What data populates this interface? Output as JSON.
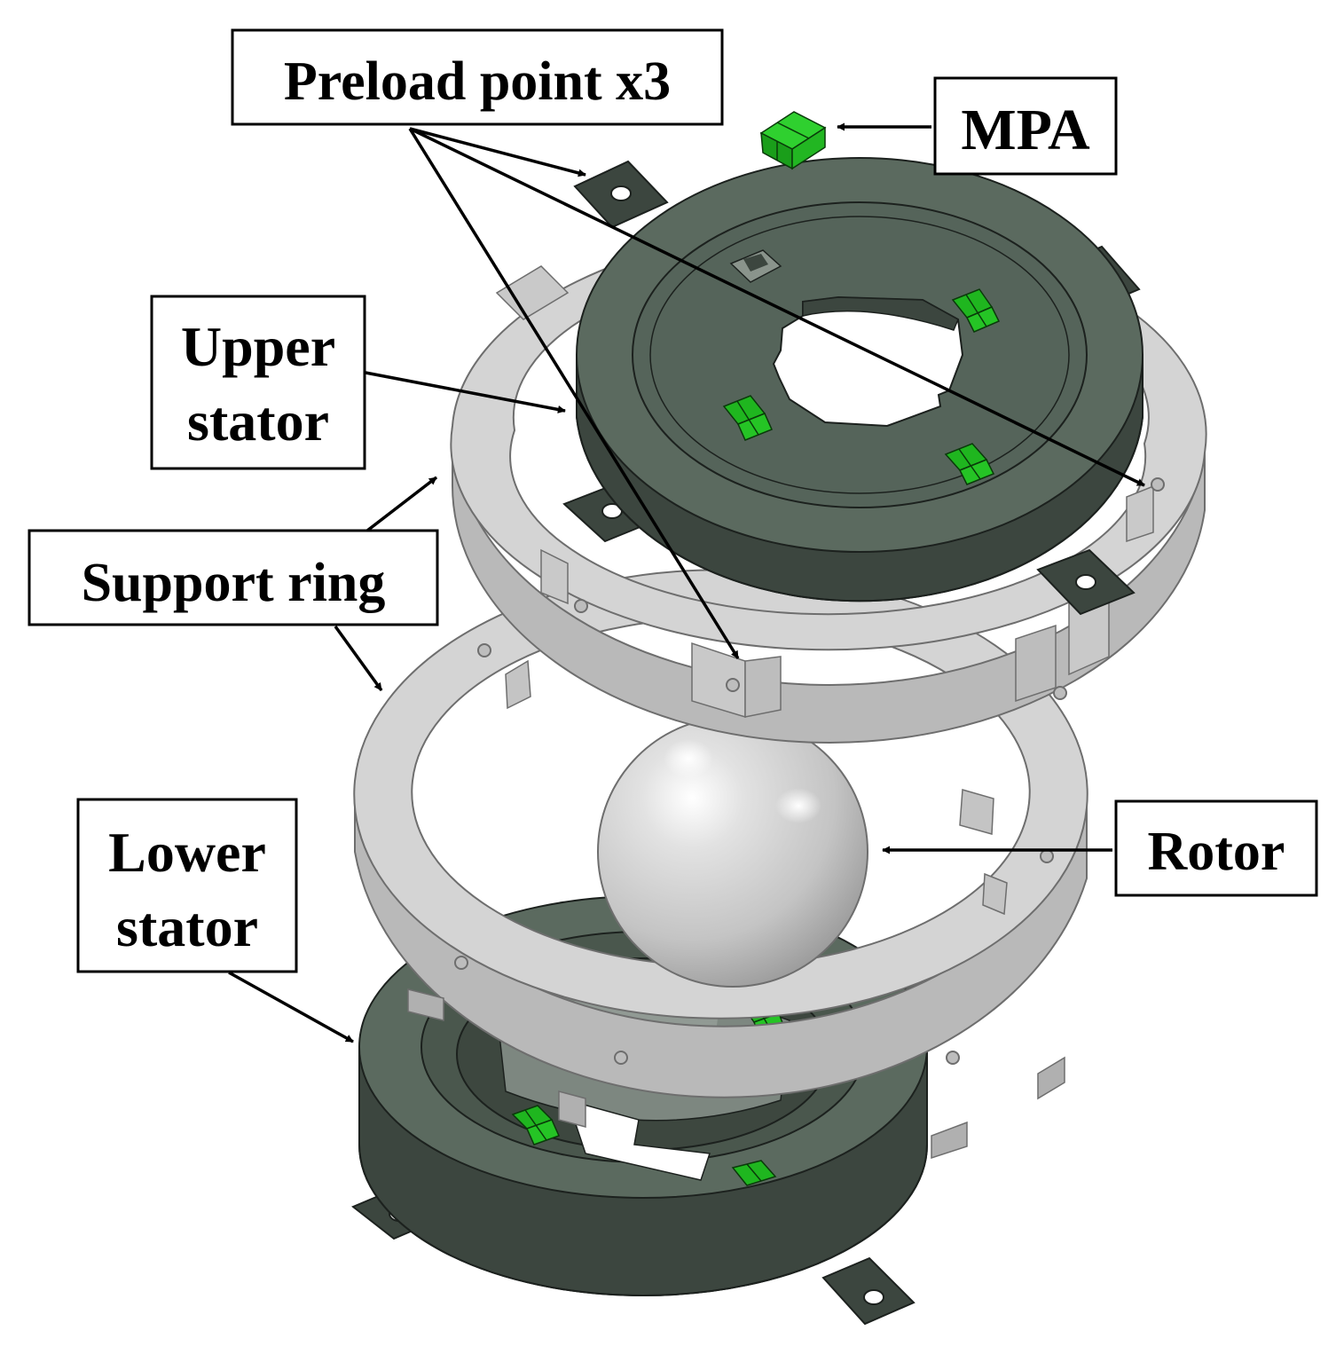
{
  "diagram": {
    "labels": {
      "preload": "Preload point x3",
      "mpa": "MPA",
      "upper_line1": "Upper",
      "upper_line2": "stator",
      "support": "Support ring",
      "rotor": "Rotor",
      "lower_line1": "Lower",
      "lower_line2": "stator"
    },
    "colors": {
      "stator_top": "#5b6a5f",
      "stator_side": "#3c463f",
      "stator_edge": "#1c211e",
      "ring_top": "#d4d4d4",
      "ring_side": "#b9b9b9",
      "ring_edge": "#6e6e6e",
      "rotor": "#c9c9c9",
      "mpa_green": "#1fb61f",
      "background": "#ffffff"
    }
  }
}
